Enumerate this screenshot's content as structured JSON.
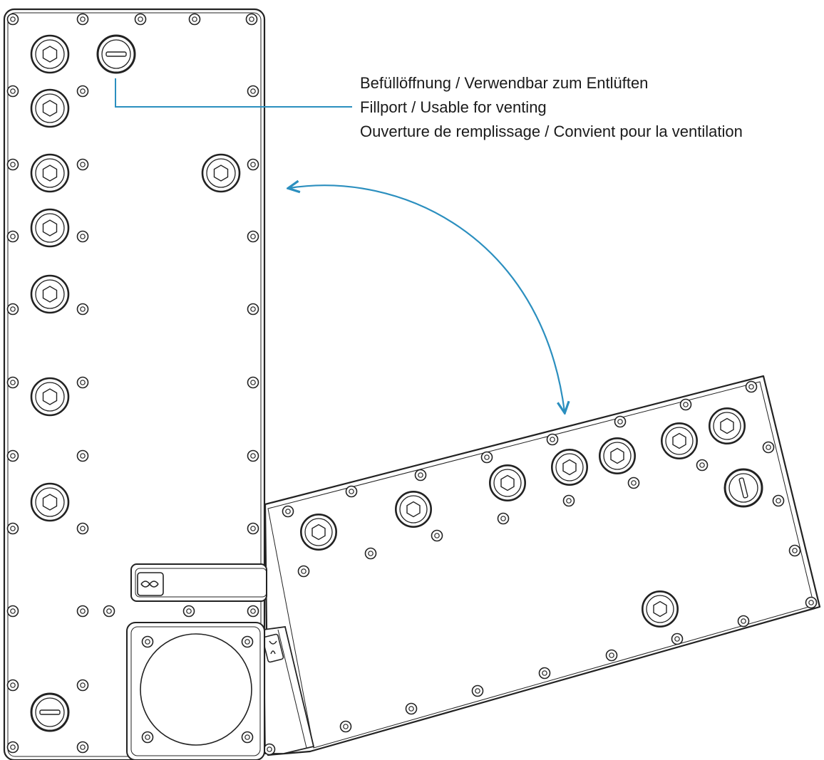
{
  "annotation": {
    "line_de": "Befüllöffnung / Verwendbar zum Entlüften",
    "line_en": "Fillport / Usable for venting",
    "line_fr": "Ouverture de remplissage / Convient pour la ventilation"
  },
  "colors": {
    "leader": "#2b8fbf",
    "outline": "#222222",
    "fill": "#ffffff"
  },
  "icons": [
    "screw-icon",
    "port-fitting-icon",
    "fill-plug-icon",
    "logo-icon",
    "rotate-arrow-icon"
  ]
}
